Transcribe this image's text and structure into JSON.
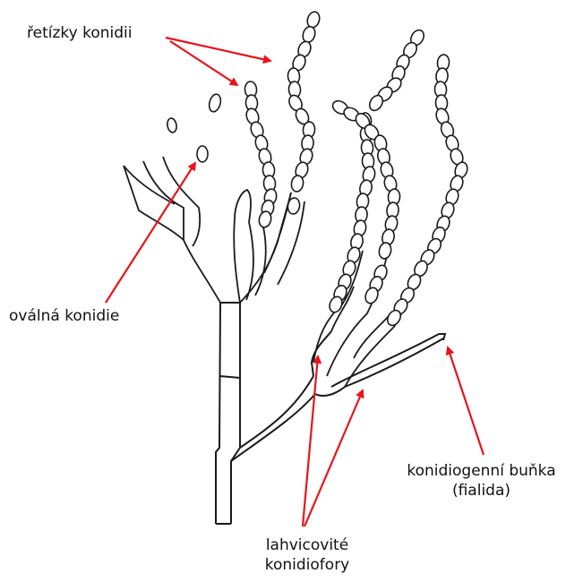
{
  "labels": {
    "chains": "řetízky konidii",
    "oval_conidia": "oválná konidie",
    "conidiogenous_line1": "konidiogenní buňka",
    "conidiogenous_line2": "(fialida)",
    "flask_line1": "lahvicovité",
    "flask_line2": "konidiofory"
  },
  "colors": {
    "arrow": "#e8141c",
    "ink": "#1a1a1a",
    "background": "#ffffff"
  }
}
